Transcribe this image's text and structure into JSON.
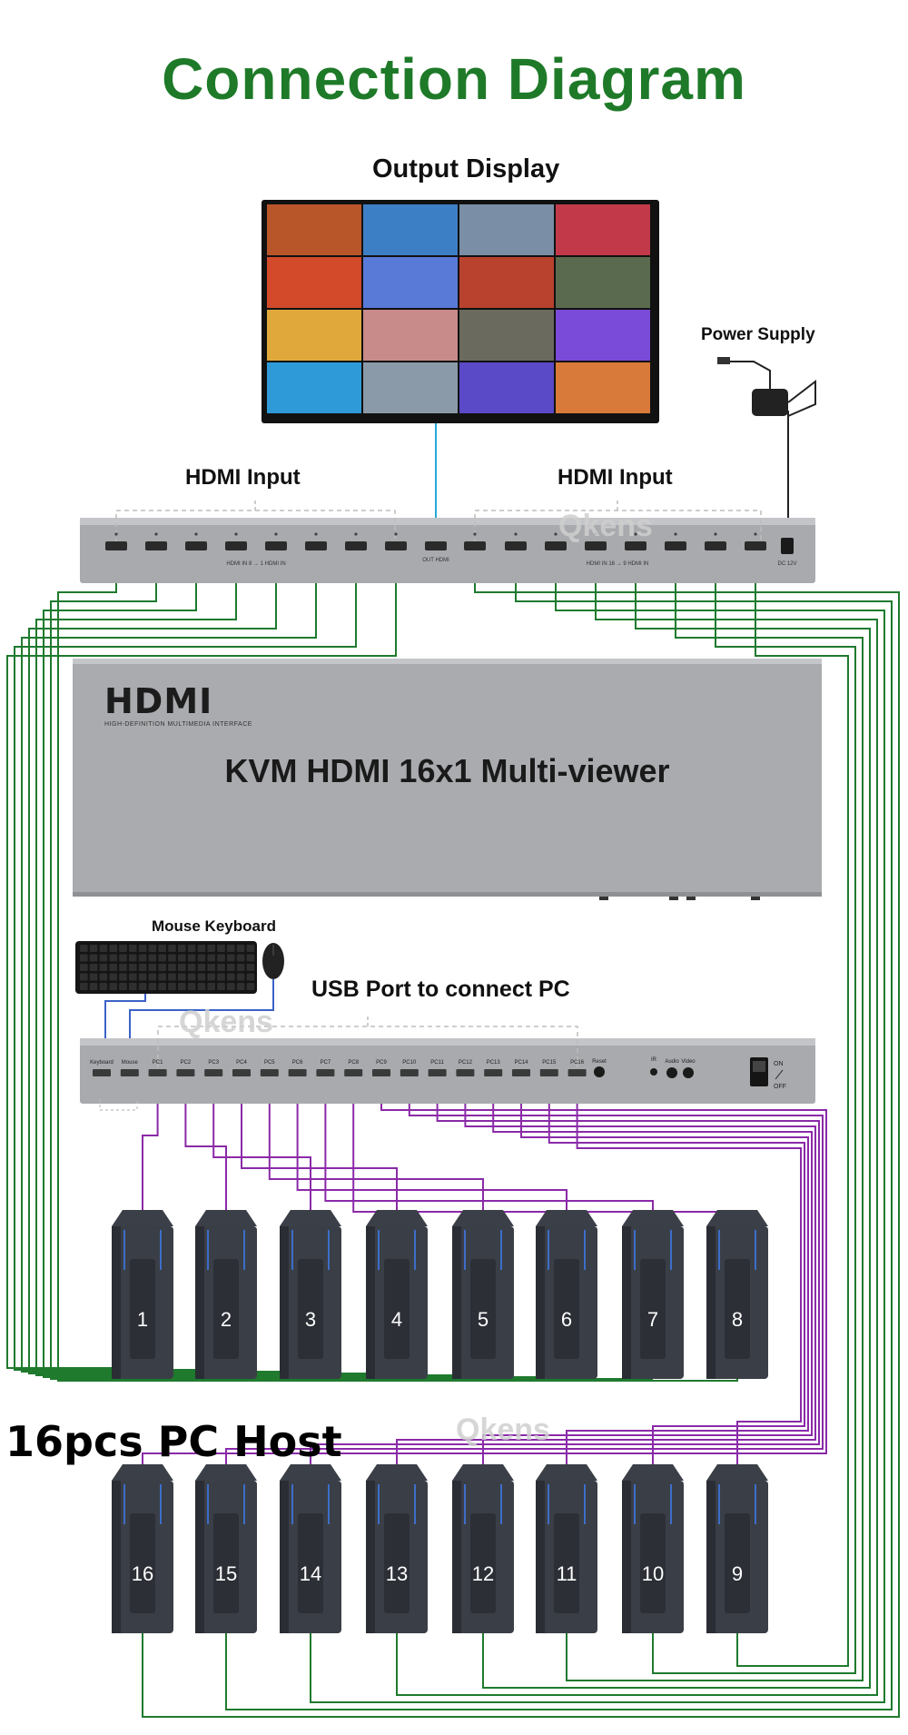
{
  "title": "Connection Diagram",
  "labels": {
    "output_display": "Output Display",
    "power_supply": "Power Supply",
    "hdmi_input_left": "HDMI Input",
    "hdmi_input_right": "HDMI Input",
    "mouse_keyboard": "Mouse Keyboard",
    "usb_port": "USB Port to connect PC",
    "pc_host": "16pcs PC Host"
  },
  "watermark": "Qkens",
  "device": {
    "logo": "HDMI",
    "logo_sub": "HIGH-DEFINITION MULTIMEDIA INTERFACE",
    "name": "KVM HDMI 16x1 Multi-viewer"
  },
  "rear_panel": {
    "hdmi_out": "OUT HDMI",
    "dc": "DC 12V",
    "left_group": "HDMI IN 8 → 1 HDMI IN",
    "right_group": "HDMI IN 16 → 9 HDMI IN"
  },
  "front_panel": {
    "ports": [
      "Keyboard",
      "Mouse",
      "PC1",
      "PC2",
      "PC3",
      "PC4",
      "PC5",
      "PC6",
      "PC7",
      "PC8",
      "PC9",
      "PC10",
      "PC11",
      "PC12",
      "PC13",
      "PC14",
      "PC15",
      "PC16"
    ],
    "reset": "Reset",
    "ir": "IR",
    "audio": "Audio",
    "video": "Video",
    "on": "ON",
    "off": "OFF"
  },
  "pcs_top": [
    "1",
    "2",
    "3",
    "4",
    "5",
    "6",
    "7",
    "8"
  ],
  "pcs_bottom": [
    "16",
    "15",
    "14",
    "13",
    "12",
    "11",
    "10",
    "9"
  ],
  "colors": {
    "title": "#1e7a28",
    "hdmi_cable": "#1f7a2e",
    "usb_cable": "#8a2aa8",
    "display_cable": "#2aa6d8",
    "panel": "#a8aaad"
  }
}
